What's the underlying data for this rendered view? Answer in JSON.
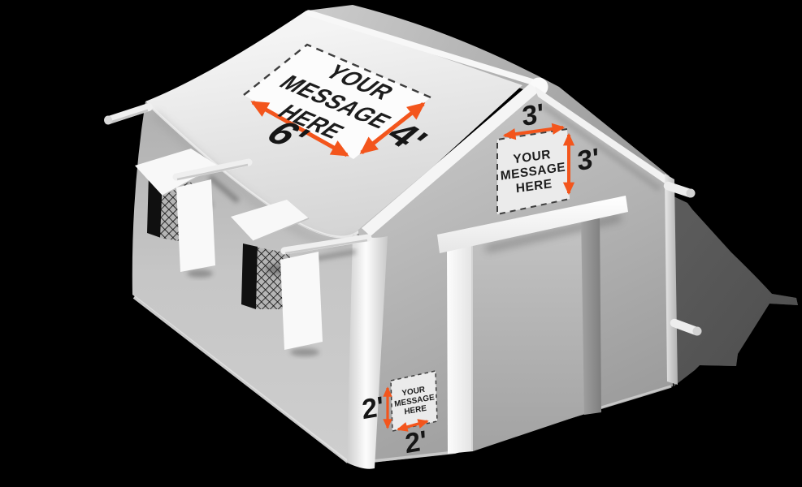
{
  "background_color": "#000000",
  "colors": {
    "arrow": "#F3551C",
    "dash": "#3E3E3E",
    "dimension_text": "#161616",
    "message_text": "#1D1D1D",
    "roof_banner_fill": "#FCFCFC",
    "wall_banner_fill": "#EBEBEB",
    "ground_shadow": "#565656"
  },
  "banners": {
    "roof": {
      "message": [
        "YOUR",
        "MESSAGE",
        "HERE"
      ],
      "width_label": "6'",
      "height_label": "4'"
    },
    "gable": {
      "message": [
        "YOUR",
        "MESSAGE",
        "HERE"
      ],
      "width_label": "3'",
      "height_label": "3'"
    },
    "sidewall": {
      "message": [
        "YOUR",
        "MESSAGE",
        "HERE"
      ],
      "width_label": "2'",
      "height_label": "2'"
    }
  }
}
